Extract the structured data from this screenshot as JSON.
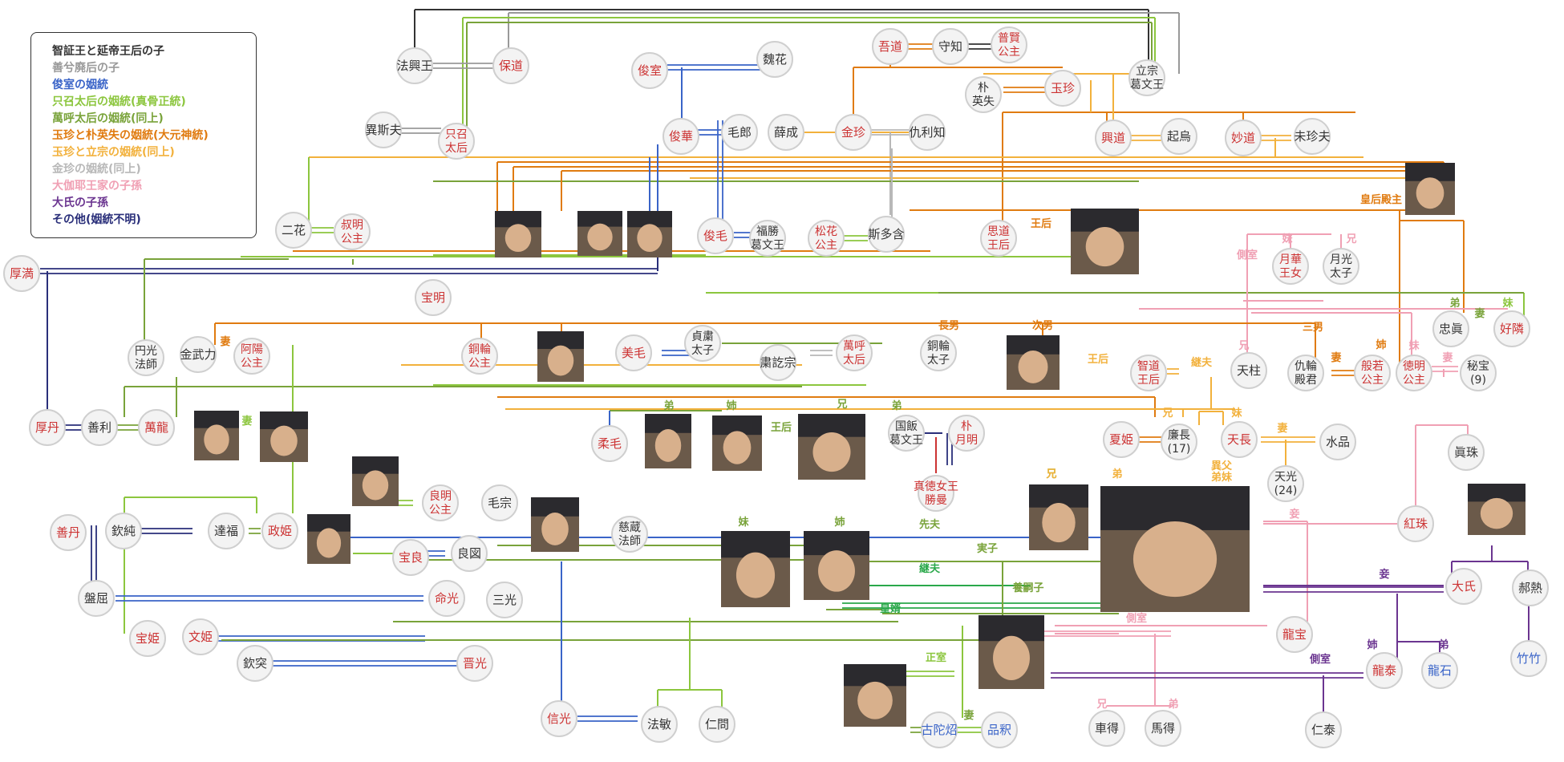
{
  "legend": [
    {
      "label": "智証王と延帝王后の子",
      "color": "#333333"
    },
    {
      "label": "善兮廃后の子",
      "color": "#999999"
    },
    {
      "label": "俊室の姻統",
      "color": "#3a64c8"
    },
    {
      "label": "只召太后の姻統(真骨正統)",
      "color": "#8cc63e"
    },
    {
      "label": "萬呼太后の姻統(同上)",
      "color": "#79a33a"
    },
    {
      "label": "玉珍と朴英失の姻統(大元神統)",
      "color": "#e07b10"
    },
    {
      "label": "玉珍と立宗の姻統(同上)",
      "color": "#f2b13c"
    },
    {
      "label": "金珍の姻統(同上)",
      "color": "#b8b8b8"
    },
    {
      "label": "大伽耶王家の子孫",
      "color": "#f0a0b4"
    },
    {
      "label": "大氏の子孫",
      "color": "#6b3590"
    },
    {
      "label": "その他(姻統不明)",
      "color": "#2a2f7a"
    }
  ],
  "colors": {
    "dark": "#333333",
    "grey": "#999999",
    "blue": "#3a64c8",
    "lime": "#8cc63e",
    "olive": "#79a33a",
    "orange": "#e07b10",
    "gold": "#f2b13c",
    "silver": "#b8b8b8",
    "pink": "#f0a0b4",
    "purple": "#6b3590",
    "navy": "#2a2f7a",
    "green": "#2aa84a",
    "red": "#cc3333",
    "lblue": "#5b87d6"
  },
  "nodes": [
    {
      "id": "hokko",
      "text": "法興王",
      "color": "dark"
    },
    {
      "id": "hodo",
      "text": "保道",
      "color": "red"
    },
    {
      "id": "shunshitsu",
      "text": "俊室",
      "color": "red"
    },
    {
      "id": "gika",
      "text": "魏花",
      "color": "dark"
    },
    {
      "id": "godo",
      "text": "吾道",
      "color": "red"
    },
    {
      "id": "shuchi",
      "text": "守知",
      "color": "dark"
    },
    {
      "id": "fuken",
      "text": "普賢|公主",
      "color": "red"
    },
    {
      "id": "rissou",
      "text": "立宗|葛文王",
      "color": "dark"
    },
    {
      "id": "boku",
      "text": "朴|英失",
      "color": "dark"
    },
    {
      "id": "gyokuchin",
      "text": "玉珍",
      "color": "red"
    },
    {
      "id": "isushifu",
      "text": "異斯夫",
      "color": "dark"
    },
    {
      "id": "shisho",
      "text": "只召|太后",
      "color": "red"
    },
    {
      "id": "shunka",
      "text": "俊華",
      "color": "red"
    },
    {
      "id": "moro",
      "text": "毛郎",
      "color": "dark"
    },
    {
      "id": "sessei",
      "text": "薛成",
      "color": "dark"
    },
    {
      "id": "kinchin",
      "text": "金珍",
      "color": "red"
    },
    {
      "id": "kyurichi",
      "text": "仇利知",
      "color": "dark"
    },
    {
      "id": "kodo",
      "text": "興道",
      "color": "red"
    },
    {
      "id": "kiu",
      "text": "起烏",
      "color": "dark"
    },
    {
      "id": "myodo",
      "text": "妙道",
      "color": "red"
    },
    {
      "id": "shuchinfu",
      "text": "未珍夫",
      "color": "dark"
    },
    {
      "id": "nika",
      "text": "二花",
      "color": "dark"
    },
    {
      "id": "shukumei",
      "text": "叔明|公主",
      "color": "red"
    },
    {
      "id": "shunmo",
      "text": "俊毛",
      "color": "red"
    },
    {
      "id": "fukusho",
      "text": "福勝|葛文王",
      "color": "dark"
    },
    {
      "id": "shoka",
      "text": "松花|公主",
      "color": "red"
    },
    {
      "id": "shitagan",
      "text": "斯多含",
      "color": "dark"
    },
    {
      "id": "shido",
      "text": "思道|王后",
      "color": "red"
    },
    {
      "id": "koman",
      "text": "厚満",
      "color": "red"
    },
    {
      "id": "hoomei",
      "text": "宝明",
      "color": "red"
    },
    {
      "id": "getsuka",
      "text": "月華|王女",
      "color": "red"
    },
    {
      "id": "gekko",
      "text": "月光|太子",
      "color": "dark"
    },
    {
      "id": "enko",
      "text": "円光|法師",
      "color": "dark"
    },
    {
      "id": "kinburyoku",
      "text": "金武力",
      "color": "dark"
    },
    {
      "id": "ayo",
      "text": "阿陽|公主",
      "color": "red"
    },
    {
      "id": "dorin",
      "text": "銅輪|公主",
      "color": "red"
    },
    {
      "id": "bimo",
      "text": "美毛",
      "color": "red"
    },
    {
      "id": "teisou",
      "text": "貞粛|太子",
      "color": "dark"
    },
    {
      "id": "sokusso",
      "text": "粛訖宗",
      "color": "dark"
    },
    {
      "id": "manko",
      "text": "萬呼|太后",
      "color": "red"
    },
    {
      "id": "dorintaishi",
      "text": "銅輪|太子",
      "color": "dark"
    },
    {
      "id": "chido",
      "text": "智道|王后",
      "color": "red"
    },
    {
      "id": "tenchu",
      "text": "天柱",
      "color": "dark"
    },
    {
      "id": "kyurin",
      "text": "仇輪|殿君",
      "color": "dark"
    },
    {
      "id": "hannya",
      "text": "般若|公主",
      "color": "red"
    },
    {
      "id": "tokumei",
      "text": "徳明|公主",
      "color": "red"
    },
    {
      "id": "chushin",
      "text": "忠眞",
      "color": "dark"
    },
    {
      "id": "korin",
      "text": "好隣",
      "color": "red"
    },
    {
      "id": "hiho",
      "text": "秘宝|(9)",
      "color": "dark"
    },
    {
      "id": "kotan",
      "text": "厚丹",
      "color": "red"
    },
    {
      "id": "hori",
      "text": "善利",
      "color": "dark"
    },
    {
      "id": "manryu",
      "text": "萬龍",
      "color": "red"
    },
    {
      "id": "juumo",
      "text": "柔毛",
      "color": "red"
    },
    {
      "id": "kokuhan",
      "text": "国飯|葛文王",
      "color": "dark"
    },
    {
      "id": "bokugetsu",
      "text": "朴|月明",
      "color": "red"
    },
    {
      "id": "kaki",
      "text": "夏姫",
      "color": "red"
    },
    {
      "id": "rencho",
      "text": "廉長|(17)",
      "color": "dark"
    },
    {
      "id": "tencho",
      "text": "天長",
      "color": "red"
    },
    {
      "id": "suihin",
      "text": "水品",
      "color": "dark"
    },
    {
      "id": "shinju",
      "text": "眞珠",
      "color": "dark"
    },
    {
      "id": "tenko",
      "text": "天光|(24)",
      "color": "dark"
    },
    {
      "id": "shintoku",
      "text": "真徳女王|勝曼",
      "color": "red"
    },
    {
      "id": "ryomei",
      "text": "良明|公主",
      "color": "red"
    },
    {
      "id": "mosou",
      "text": "毛宗",
      "color": "dark"
    },
    {
      "id": "jizo",
      "text": "慈蔵|法師",
      "color": "dark"
    },
    {
      "id": "zentan",
      "text": "善丹",
      "color": "red"
    },
    {
      "id": "kinjun",
      "text": "欽純",
      "color": "dark"
    },
    {
      "id": "tatsufuku",
      "text": "達福",
      "color": "dark"
    },
    {
      "id": "seiki",
      "text": "政姫",
      "color": "red"
    },
    {
      "id": "horyo",
      "text": "宝良",
      "color": "red"
    },
    {
      "id": "ryozu",
      "text": "良図",
      "color": "dark"
    },
    {
      "id": "kouju",
      "text": "紅珠",
      "color": "red"
    },
    {
      "id": "bankutsu",
      "text": "盤屈",
      "color": "dark"
    },
    {
      "id": "meiko",
      "text": "命光",
      "color": "red"
    },
    {
      "id": "sanko",
      "text": "三光",
      "color": "dark"
    },
    {
      "id": "taishi",
      "text": "大氏",
      "color": "red"
    },
    {
      "id": "kakunetsu",
      "text": "郝熱",
      "color": "dark"
    },
    {
      "id": "ryuho",
      "text": "龍宝",
      "color": "red"
    },
    {
      "id": "hoki",
      "text": "宝姫",
      "color": "red"
    },
    {
      "id": "bunki",
      "text": "文姫",
      "color": "red"
    },
    {
      "id": "kintotsu",
      "text": "欽突",
      "color": "dark"
    },
    {
      "id": "shinko2",
      "text": "晋光",
      "color": "red"
    },
    {
      "id": "chikuchiku",
      "text": "竹竹",
      "color": "blue"
    },
    {
      "id": "ryutai",
      "text": "龍泰",
      "color": "red"
    },
    {
      "id": "ryuseki",
      "text": "龍石",
      "color": "blue"
    },
    {
      "id": "shinko",
      "text": "信光",
      "color": "red"
    },
    {
      "id": "hobin",
      "text": "法敏",
      "color": "dark"
    },
    {
      "id": "jinmon",
      "text": "仁問",
      "color": "dark"
    },
    {
      "id": "kodatsu",
      "text": "古陀炤",
      "color": "blue"
    },
    {
      "id": "hinshaku",
      "text": "品釈",
      "color": "blue"
    },
    {
      "id": "shatoku",
      "text": "車得",
      "color": "dark"
    },
    {
      "id": "batoku",
      "text": "馬得",
      "color": "dark"
    },
    {
      "id": "jintai",
      "text": "仁泰",
      "color": "dark"
    }
  ],
  "labels": [
    {
      "text": "皇后殿主",
      "color": "orange"
    },
    {
      "text": "王后",
      "color": "orange"
    },
    {
      "text": "側室",
      "color": "pink"
    },
    {
      "text": "妹",
      "color": "pink"
    },
    {
      "text": "兄",
      "color": "pink"
    },
    {
      "text": "弟",
      "color": "olive"
    },
    {
      "text": "妹",
      "color": "lime"
    },
    {
      "text": "妻",
      "color": "olive"
    },
    {
      "text": "妻",
      "color": "orange"
    },
    {
      "text": "長男",
      "color": "orange"
    },
    {
      "text": "次男",
      "color": "orange"
    },
    {
      "text": "三男",
      "color": "orange"
    },
    {
      "text": "兄",
      "color": "pink"
    },
    {
      "text": "妻",
      "color": "orange"
    },
    {
      "text": "姉",
      "color": "orange"
    },
    {
      "text": "妹",
      "color": "pink"
    },
    {
      "text": "妻",
      "color": "pink"
    },
    {
      "text": "妻",
      "color": "lime"
    },
    {
      "text": "弟",
      "color": "olive"
    },
    {
      "text": "姉",
      "color": "olive"
    },
    {
      "text": "兄",
      "color": "olive"
    },
    {
      "text": "王后",
      "color": "olive"
    },
    {
      "text": "弟",
      "color": "olive"
    },
    {
      "text": "王后",
      "color": "gold"
    },
    {
      "text": "継夫",
      "color": "gold"
    },
    {
      "text": "兄",
      "color": "gold"
    },
    {
      "text": "妹",
      "color": "gold"
    },
    {
      "text": "妻",
      "color": "gold"
    },
    {
      "text": "兄",
      "color": "lime"
    },
    {
      "text": "兄",
      "color": "gold"
    },
    {
      "text": "弟",
      "color": "gold"
    },
    {
      "text": "異父|弟妹",
      "color": "gold"
    },
    {
      "text": "妹",
      "color": "olive"
    },
    {
      "text": "姉",
      "color": "olive"
    },
    {
      "text": "先夫",
      "color": "olive"
    },
    {
      "text": "実子",
      "color": "olive"
    },
    {
      "text": "継夫",
      "color": "green"
    },
    {
      "text": "養嗣子",
      "color": "olive"
    },
    {
      "text": "皇婿",
      "color": "green"
    },
    {
      "text": "妾",
      "color": "pink"
    },
    {
      "text": "妾",
      "color": "purple"
    },
    {
      "text": "側室",
      "color": "pink"
    },
    {
      "text": "姉",
      "color": "purple"
    },
    {
      "text": "弟",
      "color": "purple"
    },
    {
      "text": "正室",
      "color": "lime"
    },
    {
      "text": "側室",
      "color": "purple"
    },
    {
      "text": "妻",
      "color": "olive"
    },
    {
      "text": "兄",
      "color": "pink"
    },
    {
      "text": "弟",
      "color": "pink"
    }
  ]
}
